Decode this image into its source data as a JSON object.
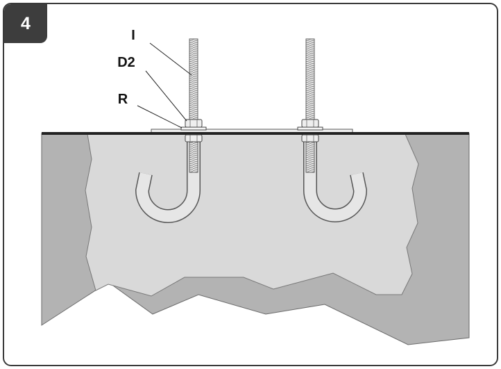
{
  "step": {
    "number": "4"
  },
  "callouts": [
    {
      "label": "I",
      "part": "threaded-rod"
    },
    {
      "label": "D2",
      "part": "nut"
    },
    {
      "label": "R",
      "part": "washer"
    }
  ],
  "colors": {
    "frame": "#3a3a3a",
    "badge": "#3d3d3d",
    "concrete_outer": "#b3b3b3",
    "concrete_inner": "#d9d9d9",
    "surface_line": "#222222",
    "steel": "#e6e6e6",
    "outline": "#555555"
  }
}
